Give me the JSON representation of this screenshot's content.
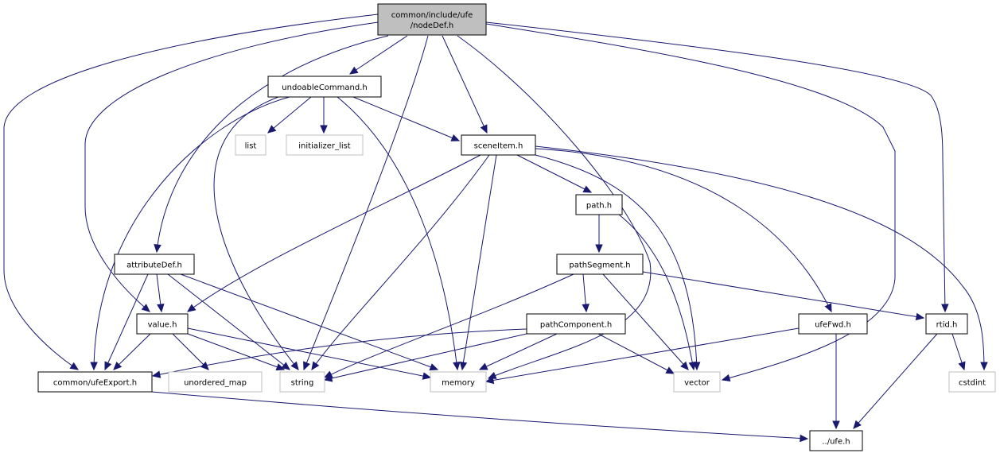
{
  "graph": {
    "title": "Include dependency graph for nodeDef.h",
    "colors": {
      "edge": "#191970",
      "root_fill": "#bfbfbf",
      "root_stroke": "#000000",
      "documented_stroke": "#000000",
      "external_stroke": "#bfbfbf",
      "node_fill": "#ffffff"
    },
    "nodes": [
      {
        "id": "nodeDef",
        "label": [
          "common/include/ufe",
          "/nodeDef.h"
        ],
        "kind": "root"
      },
      {
        "id": "undoableCommand",
        "label": [
          "undoableCommand.h"
        ],
        "kind": "documented"
      },
      {
        "id": "list",
        "label": [
          "list"
        ],
        "kind": "external"
      },
      {
        "id": "initializer_list",
        "label": [
          "initializer_list"
        ],
        "kind": "external"
      },
      {
        "id": "sceneItem",
        "label": [
          "sceneItem.h"
        ],
        "kind": "documented"
      },
      {
        "id": "path",
        "label": [
          "path.h"
        ],
        "kind": "documented"
      },
      {
        "id": "pathSegment",
        "label": [
          "pathSegment.h"
        ],
        "kind": "documented"
      },
      {
        "id": "attributeDef",
        "label": [
          "attributeDef.h"
        ],
        "kind": "documented"
      },
      {
        "id": "value",
        "label": [
          "value.h"
        ],
        "kind": "documented"
      },
      {
        "id": "pathComponent",
        "label": [
          "pathComponent.h"
        ],
        "kind": "documented"
      },
      {
        "id": "ufeFwd",
        "label": [
          "ufeFwd.h"
        ],
        "kind": "documented"
      },
      {
        "id": "rtid",
        "label": [
          "rtid.h"
        ],
        "kind": "documented"
      },
      {
        "id": "ufeExport",
        "label": [
          "common/ufeExport.h"
        ],
        "kind": "documented"
      },
      {
        "id": "unordered_map",
        "label": [
          "unordered_map"
        ],
        "kind": "external"
      },
      {
        "id": "string",
        "label": [
          "string"
        ],
        "kind": "external"
      },
      {
        "id": "memory",
        "label": [
          "memory"
        ],
        "kind": "external"
      },
      {
        "id": "vector",
        "label": [
          "vector"
        ],
        "kind": "external"
      },
      {
        "id": "cstdint",
        "label": [
          "cstdint"
        ],
        "kind": "external"
      },
      {
        "id": "ufe",
        "label": [
          "../ufe.h"
        ],
        "kind": "documented"
      }
    ],
    "edges": [
      [
        "nodeDef",
        "undoableCommand"
      ],
      [
        "nodeDef",
        "sceneItem"
      ],
      [
        "nodeDef",
        "attributeDef"
      ],
      [
        "nodeDef",
        "value"
      ],
      [
        "nodeDef",
        "ufeExport"
      ],
      [
        "nodeDef",
        "string"
      ],
      [
        "nodeDef",
        "memory"
      ],
      [
        "nodeDef",
        "vector"
      ],
      [
        "nodeDef",
        "rtid"
      ],
      [
        "undoableCommand",
        "list"
      ],
      [
        "undoableCommand",
        "initializer_list"
      ],
      [
        "undoableCommand",
        "sceneItem"
      ],
      [
        "undoableCommand",
        "ufeExport"
      ],
      [
        "undoableCommand",
        "string"
      ],
      [
        "undoableCommand",
        "memory"
      ],
      [
        "sceneItem",
        "path"
      ],
      [
        "sceneItem",
        "value"
      ],
      [
        "sceneItem",
        "string"
      ],
      [
        "sceneItem",
        "memory"
      ],
      [
        "sceneItem",
        "vector"
      ],
      [
        "sceneItem",
        "ufeFwd"
      ],
      [
        "sceneItem",
        "cstdint"
      ],
      [
        "path",
        "pathSegment"
      ],
      [
        "path",
        "vector"
      ],
      [
        "pathSegment",
        "pathComponent"
      ],
      [
        "pathSegment",
        "string"
      ],
      [
        "pathSegment",
        "vector"
      ],
      [
        "pathSegment",
        "rtid"
      ],
      [
        "attributeDef",
        "value"
      ],
      [
        "attributeDef",
        "ufeExport"
      ],
      [
        "attributeDef",
        "string"
      ],
      [
        "attributeDef",
        "memory"
      ],
      [
        "value",
        "ufeExport"
      ],
      [
        "value",
        "unordered_map"
      ],
      [
        "value",
        "string"
      ],
      [
        "value",
        "memory"
      ],
      [
        "pathComponent",
        "ufeExport"
      ],
      [
        "pathComponent",
        "string"
      ],
      [
        "pathComponent",
        "memory"
      ],
      [
        "pathComponent",
        "vector"
      ],
      [
        "ufeFwd",
        "memory"
      ],
      [
        "ufeFwd",
        "ufe"
      ],
      [
        "rtid",
        "cstdint"
      ],
      [
        "rtid",
        "ufe"
      ],
      [
        "ufeExport",
        "ufe"
      ]
    ]
  }
}
